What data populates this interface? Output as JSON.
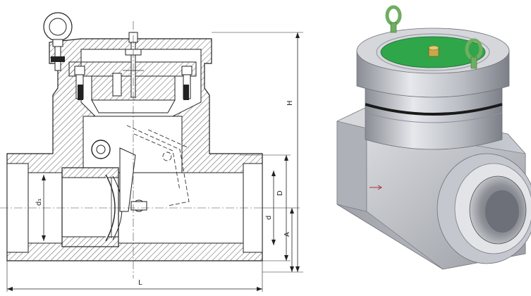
{
  "dimensions": {
    "L": "L",
    "H": "H",
    "D": "D",
    "d": "d",
    "A": "A",
    "d1": "d₁"
  },
  "colors": {
    "line": "#222222",
    "hatch": "#555555",
    "metal_light": "#d9dbe0",
    "metal_mid": "#b4b7be",
    "metal_dark": "#7d8088",
    "ring_green": "#6fae62",
    "cover_green": "#2fa64a",
    "nut_gold": "#c8a84a"
  },
  "icons": [
    "lifting-eye-bolt-icon",
    "adjusting-screw-icon"
  ]
}
